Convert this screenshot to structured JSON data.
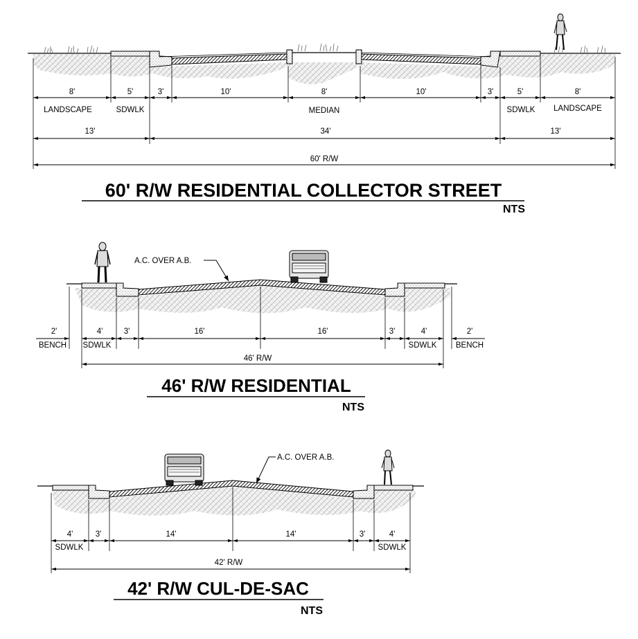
{
  "sections": [
    {
      "id": "collector",
      "title": "60' R/W RESIDENTIAL COLLECTOR STREET",
      "scale": "NTS",
      "dims_row1": [
        "8'",
        "5'",
        "3'",
        "10'",
        "8'",
        "10'",
        "3'",
        "5'",
        "8'"
      ],
      "zone_labels": [
        "LANDSCAPE",
        "SDWLK",
        "MEDIAN",
        "SDWLK",
        "LANDSCAPE"
      ],
      "dims_row2": [
        "13'",
        "34'",
        "13'"
      ],
      "total": "60' R/W"
    },
    {
      "id": "residential",
      "title": "46' R/W RESIDENTIAL",
      "scale": "NTS",
      "note": "A.C. OVER A.B.",
      "dims_row1": [
        "2'",
        "4'",
        "3'",
        "16'",
        "16'",
        "3'",
        "4'",
        "2'"
      ],
      "zone_labels": [
        "BENCH",
        "SDWLK",
        "SDWLK",
        "BENCH"
      ],
      "total": "46' R/W"
    },
    {
      "id": "culdesac",
      "title": "42' R/W CUL-DE-SAC",
      "scale": "NTS",
      "note": "A.C. OVER A.B.",
      "dims_row1": [
        "4'",
        "3'",
        "14'",
        "14'",
        "3'",
        "4'"
      ],
      "zone_labels": [
        "SDWLK",
        "SDWLK"
      ],
      "total": "42' R/W"
    }
  ]
}
